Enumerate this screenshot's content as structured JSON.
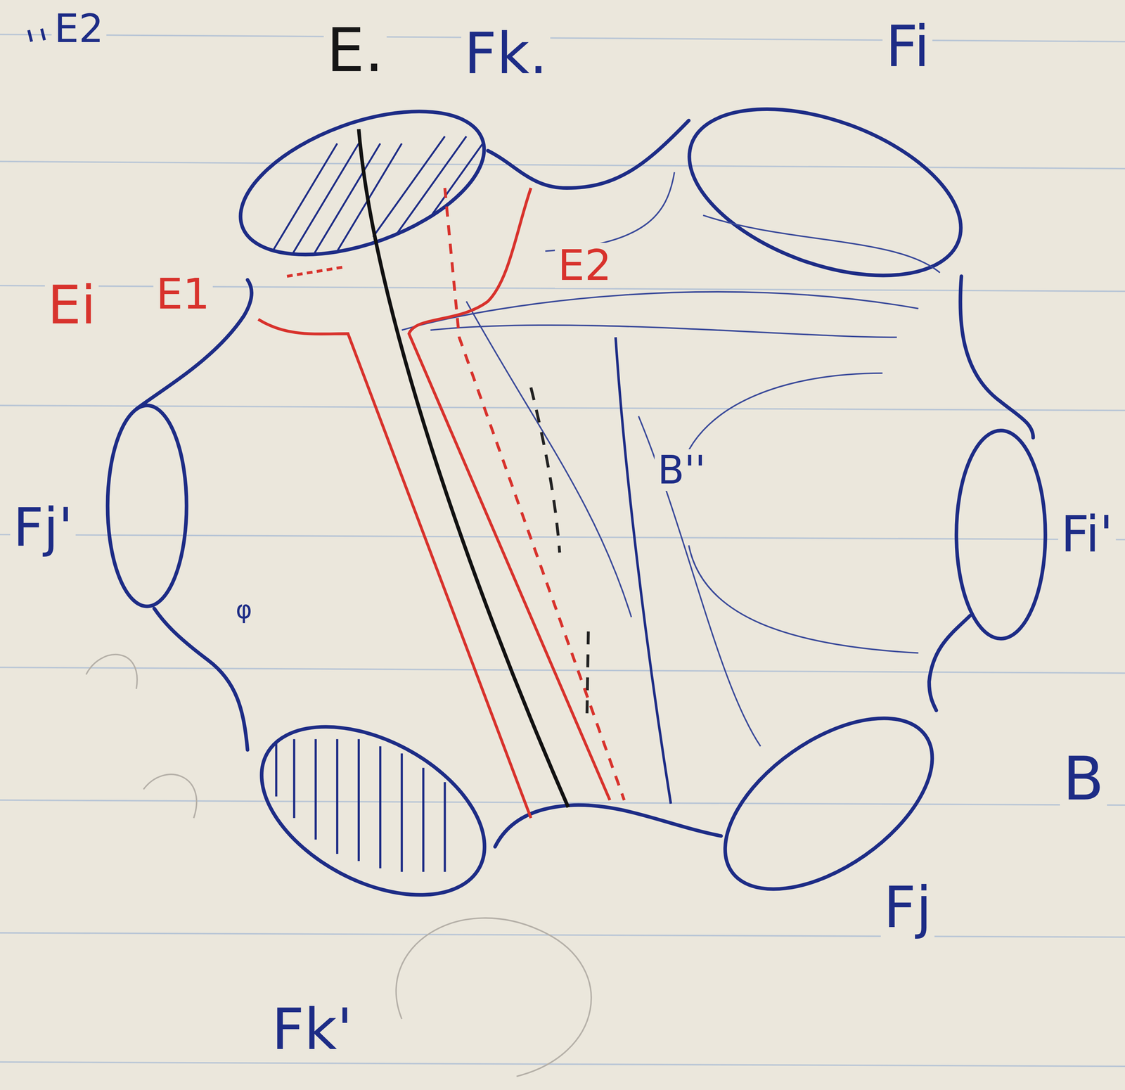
{
  "diagram": {
    "labels": [
      "E2",
      "E.",
      "Fk.",
      "Fi",
      "Ei",
      "E1",
      "E2",
      "Fj'",
      "φ",
      "B''",
      "Fi'",
      "B",
      "Fj",
      "Fk'"
    ]
  }
}
